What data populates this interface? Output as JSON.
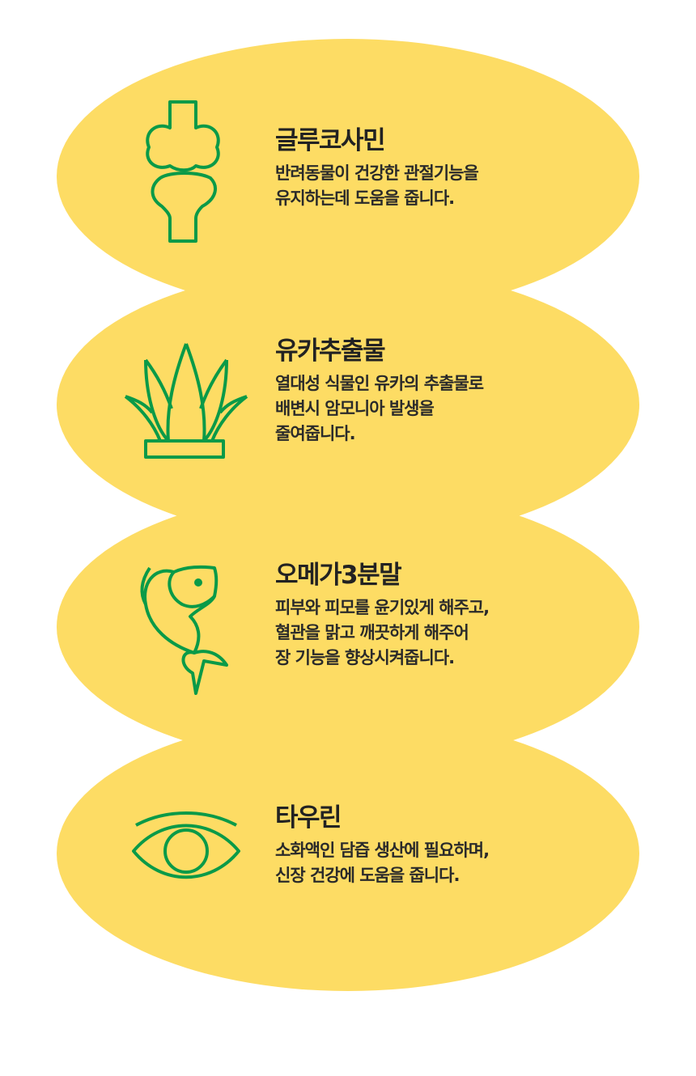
{
  "colors": {
    "background": "#FDDC64",
    "icon": "#0A9A48",
    "text": "#222222"
  },
  "items": [
    {
      "icon": "bone-joint-icon",
      "title": "글루코사민",
      "desc": "반려동물이 건강한 관절기능을\n유지하는데 도움을 줍니다."
    },
    {
      "icon": "yucca-plant-icon",
      "title": "유카추출물",
      "desc": "열대성 식물인 유카의 추출물로\n배변시 암모니아 발생을\n줄여줍니다."
    },
    {
      "icon": "fish-icon",
      "title": "오메가3분말",
      "desc": "피부와 피모를 윤기있게 해주고,\n혈관을 맑고 깨끗하게 해주어\n장 기능을 향상시켜줍니다."
    },
    {
      "icon": "eye-icon",
      "title": "타우린",
      "desc": "소화액인 담즙 생산에 필요하며,\n신장 건강에 도움을 줍니다."
    }
  ]
}
